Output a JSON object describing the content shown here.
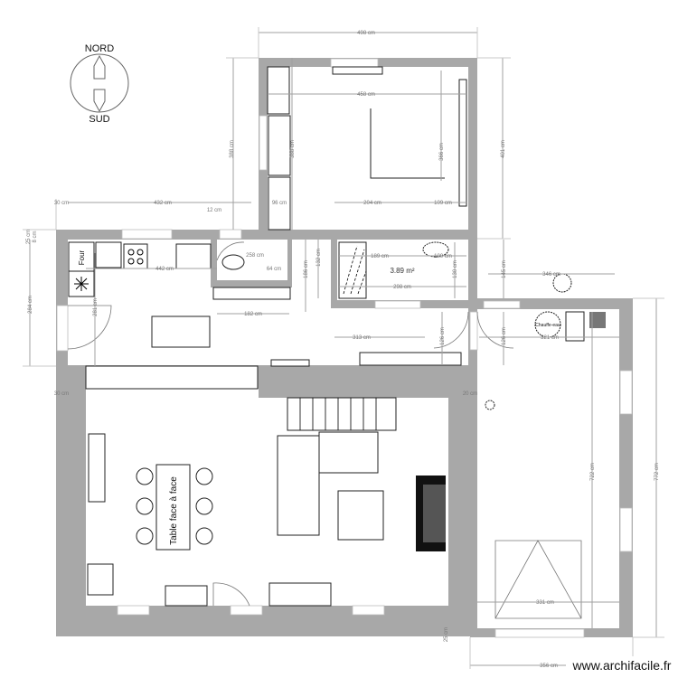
{
  "compass": {
    "north": "NORD",
    "south": "SUD"
  },
  "room_area": "3.89 m²",
  "table_label": "Table face à face",
  "oven_label": "Four",
  "water_heater_label": "Chauffe-eau",
  "watermark": "www.archifacile.fr",
  "dims": {
    "bedroom_outer_width": "498 cm",
    "bedroom_inner_width": "458 cm",
    "bedroom_height_left": "388 cm",
    "bedroom_height_inner": "388 cm",
    "bed_length": "366 cm",
    "bedroom_height_right": "401 cm",
    "closet_width": "96 cm",
    "bedroom_dim_204": "204 cm",
    "bedroom_dim_109": "109 cm",
    "wall_30_top": "30 cm",
    "kitchen_top_width": "432 cm",
    "dim_12": "12 cm",
    "wall_25": "25 cm",
    "wall_8": "8 cm",
    "kitchen_worktop": "442 cm",
    "wc_258": "258 cm",
    "wc_64": "64 cm",
    "wc_182": "182 cm",
    "kitchen_height_284": "284 cm",
    "kitchen_height_281": "281 cm",
    "dim_186": "186 cm",
    "dim_132": "132 cm",
    "shower_189": "189 cm",
    "shower_109": "109 cm",
    "shower_298": "298 cm",
    "shower_130": "130 cm",
    "dim_145": "145 cm",
    "dim_346": "346 cm",
    "hall_313": "313 cm",
    "door_126_left": "126 cm",
    "door_126_right": "126 cm",
    "dim_321": "321 cm",
    "wall_30_living": "30 cm",
    "wall_20": "20 cm",
    "garage_722": "722 cm",
    "garage_772": "772 cm",
    "garage_331": "331 cm",
    "wall_25_bottom": "25 cm",
    "garage_356": "356 cm"
  },
  "colors": {
    "wall": "#a8a8a8",
    "dimension": "#a0a0a0",
    "fireplace": "#555555"
  }
}
